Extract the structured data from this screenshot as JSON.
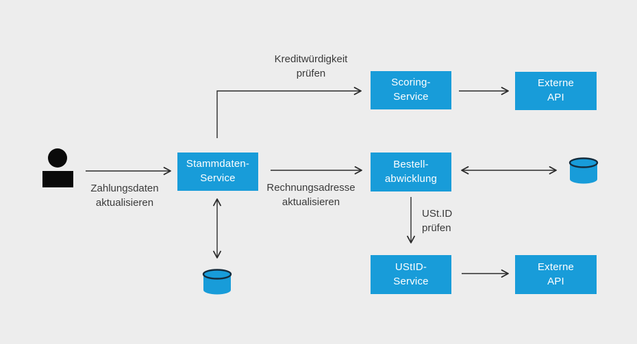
{
  "diagram": {
    "colors": {
      "background": "#ededed",
      "node_fill": "#189cd9",
      "node_text": "#ffffff",
      "line": "#2b2b2b",
      "label_text": "#3a3a3a",
      "cylinder_outline": "#142c3d",
      "actor_fill": "#0a0a0a"
    },
    "nodes": {
      "stammdaten": {
        "label": "Stammdaten-\nService"
      },
      "scoring": {
        "label": "Scoring-\nService"
      },
      "externe_api_top": {
        "label": "Externe\nAPI"
      },
      "bestellabwicklung": {
        "label": "Bestell-\nabwicklung"
      },
      "ustid_service": {
        "label": "UStID-\nService"
      },
      "externe_api_bottom": {
        "label": "Externe\nAPI"
      }
    },
    "edge_labels": {
      "zahlungsdaten": "Zahlungsdaten\naktualisieren",
      "kreditwuerdigkeit": "Kreditwürdigkeit\nprüfen",
      "rechnungsadresse": "Rechnungsadresse\naktualisieren",
      "ustid_pruefen": "USt.ID\nprüfen"
    },
    "icons": {
      "actor": "person-icon",
      "database_bestellabwicklung": "database-cylinder-icon",
      "database_stammdaten": "database-cylinder-icon"
    }
  }
}
